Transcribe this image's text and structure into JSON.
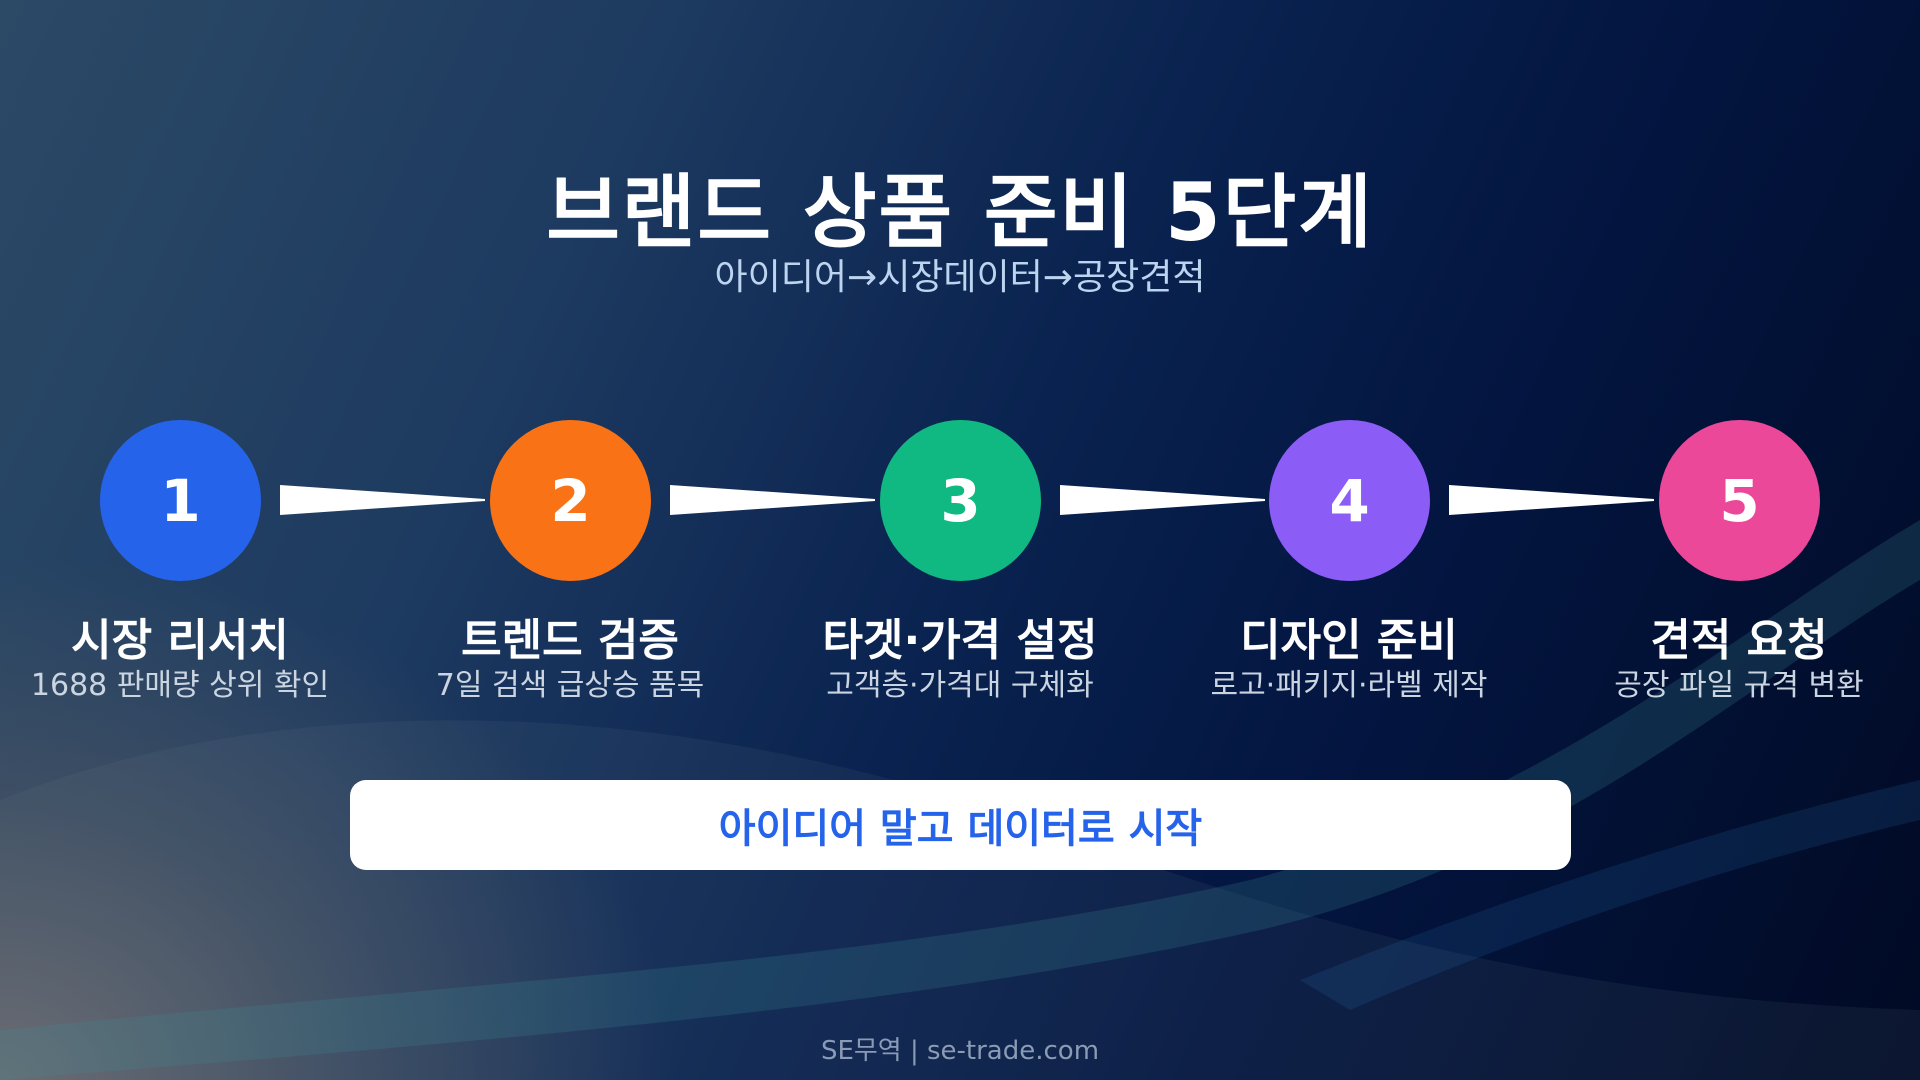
{
  "slide": {
    "title": "브랜드 상품 준비 5단계",
    "subtitle": "아이디어→시장데이터→공장견적",
    "steps": [
      {
        "number": "1",
        "title": "시장 리서치",
        "description": "1688 판매량 상위 확인",
        "color": "#2563EB"
      },
      {
        "number": "2",
        "title": "트렌드 검증",
        "description": "7일 검색 급상승 품목",
        "color": "#F97316"
      },
      {
        "number": "3",
        "title": "타겟·가격 설정",
        "description": "고객층·가격대 구체화",
        "color": "#10B981"
      },
      {
        "number": "4",
        "title": "디자인 준비",
        "description": "로고·패키지·라벨 제작",
        "color": "#8B5CF6"
      },
      {
        "number": "5",
        "title": "견적 요청",
        "description": "공장 파일 규격 변환",
        "color": "#EC4899"
      }
    ],
    "cta_label": "아이디어 말고 데이터로 시작",
    "footer": "SE무역 | se-trade.com"
  }
}
